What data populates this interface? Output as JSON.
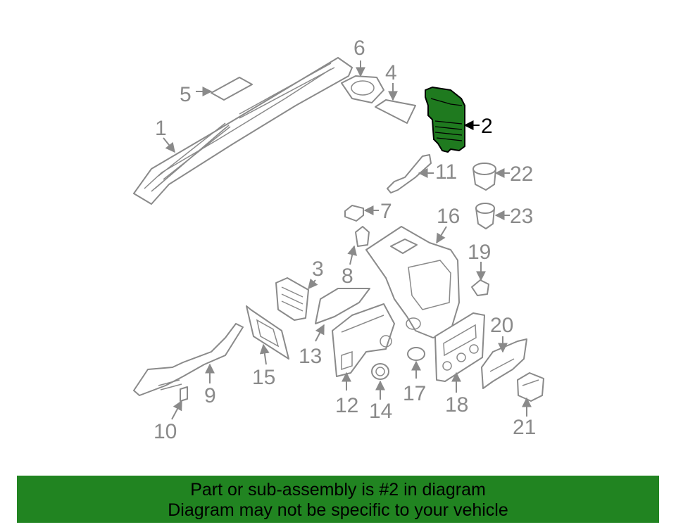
{
  "colors": {
    "highlight": "#1f7a1f",
    "banner": "#218421",
    "line": "#8a8a8a"
  },
  "callouts": {
    "c1": "1",
    "c2": "2",
    "c3": "3",
    "c4": "4",
    "c5": "5",
    "c6": "6",
    "c7": "7",
    "c8": "8",
    "c9": "9",
    "c10": "10",
    "c11": "11",
    "c12": "12",
    "c13": "13",
    "c14": "14",
    "c15": "15",
    "c16": "16",
    "c17": "17",
    "c18": "18",
    "c19": "19",
    "c20": "20",
    "c21": "21",
    "c22": "22",
    "c23": "23"
  },
  "highlighted_part": "2",
  "banner": {
    "line1": "Part or sub-assembly is #2 in diagram",
    "line2": "Diagram may not be specific to your vehicle"
  }
}
